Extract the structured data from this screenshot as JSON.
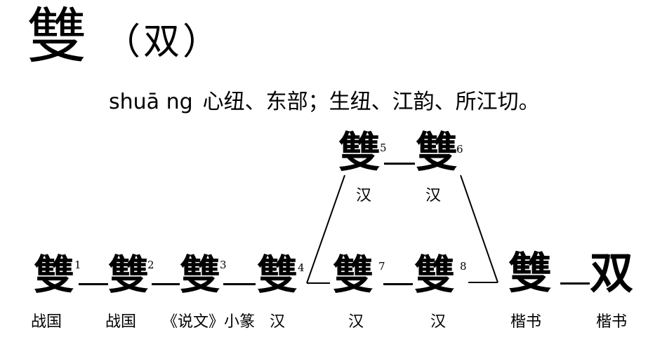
{
  "entry": {
    "headword": "雙",
    "simplified": "（双）",
    "pinyin": "shuā ng",
    "phonology": "心纽、东部；生纽、江韵、所江切。"
  },
  "evolution": {
    "top_row": [
      {
        "glyph": "雙",
        "index": "5",
        "period": "汉"
      },
      {
        "glyph": "雙",
        "index": "6",
        "period": "汉"
      }
    ],
    "bottom_row": [
      {
        "glyph": "雙",
        "index": "1",
        "period": "战国"
      },
      {
        "glyph": "雙",
        "index": "2",
        "period": "战国"
      },
      {
        "glyph": "雙",
        "index": "3",
        "period": "《说文》小篆"
      },
      {
        "glyph": "雙",
        "index": "4",
        "period": "汉"
      },
      {
        "glyph": "雙",
        "index": "7",
        "period": "汉"
      },
      {
        "glyph": "雙",
        "index": "8",
        "period": "汉"
      },
      {
        "glyph": "雙",
        "index": "",
        "period": "楷书"
      },
      {
        "glyph": "双",
        "index": "",
        "period": "楷书"
      }
    ]
  }
}
